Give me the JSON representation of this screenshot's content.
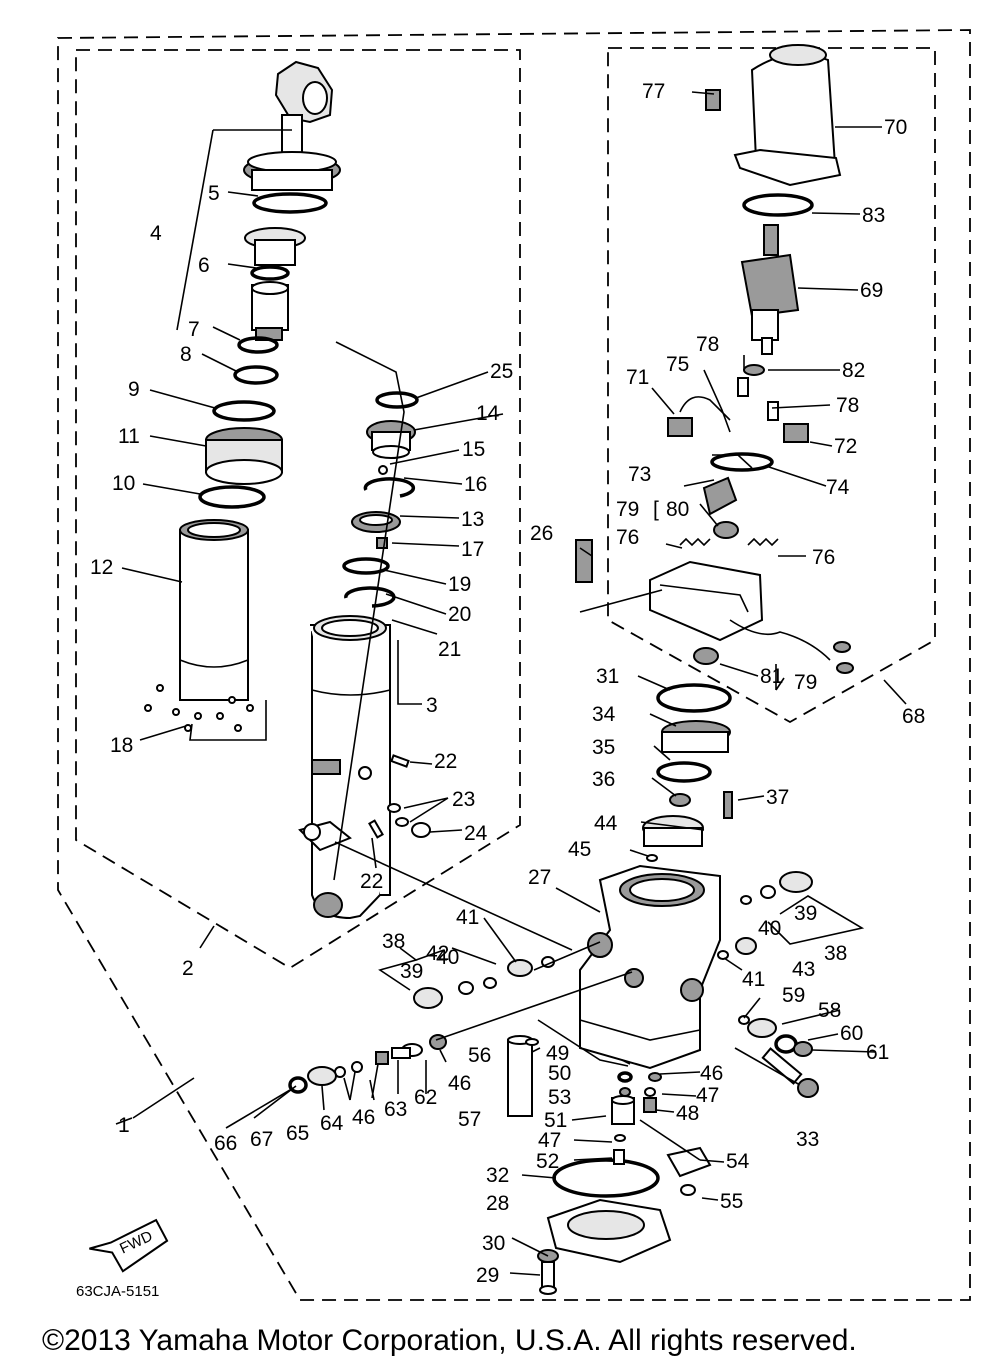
{
  "catalog_number": "63CJA-5151",
  "copyright": "©2013 Yamaha Motor Corporation, U.S.A. All rights reserved.",
  "fwd_label": "FWD",
  "callouts": {
    "c1": "1",
    "c2": "2",
    "c3": "3",
    "c4": "4",
    "c5": "5",
    "c6": "6",
    "c7": "7",
    "c8": "8",
    "c9": "9",
    "c10": "10",
    "c11": "11",
    "c12": "12",
    "c13": "13",
    "c14": "14",
    "c15": "15",
    "c16": "16",
    "c17": "17",
    "c18": "18",
    "c19": "19",
    "c20": "20",
    "c21": "21",
    "c22a": "22",
    "c22b": "22",
    "c23": "23",
    "c24": "24",
    "c25": "25",
    "c26": "26",
    "c27": "27",
    "c28": "28",
    "c29": "29",
    "c30": "30",
    "c31": "31",
    "c32": "32",
    "c33": "33",
    "c34": "34",
    "c35": "35",
    "c36": "36",
    "c37": "37",
    "c38a": "38",
    "c38b": "38",
    "c39a": "39",
    "c39b": "39",
    "c40a": "40",
    "c40b": "40",
    "c41a": "41",
    "c41b": "41",
    "c42": "42",
    "c43": "43",
    "c44": "44",
    "c45": "45",
    "c46a": "46",
    "c46b": "46",
    "c46c": "46",
    "c47a": "47",
    "c47b": "47",
    "c48": "48",
    "c49": "49",
    "c50": "50",
    "c51": "51",
    "c52": "52",
    "c53": "53",
    "c54": "54",
    "c55": "55",
    "c56": "56",
    "c57": "57",
    "c58": "58",
    "c59": "59",
    "c60": "60",
    "c61": "61",
    "c62": "62",
    "c63": "63",
    "c64": "64",
    "c65": "65",
    "c66": "66",
    "c67": "67",
    "c68": "68",
    "c69": "69",
    "c70": "70",
    "c71": "71",
    "c72": "72",
    "c73": "73",
    "c74": "74",
    "c75": "75",
    "c76a": "76",
    "c76b": "76",
    "c77": "77",
    "c78a": "78",
    "c78b": "78",
    "c79a": "79",
    "c79b": "79",
    "c80": "80",
    "c81": "81",
    "c82": "82",
    "c83": "83"
  }
}
